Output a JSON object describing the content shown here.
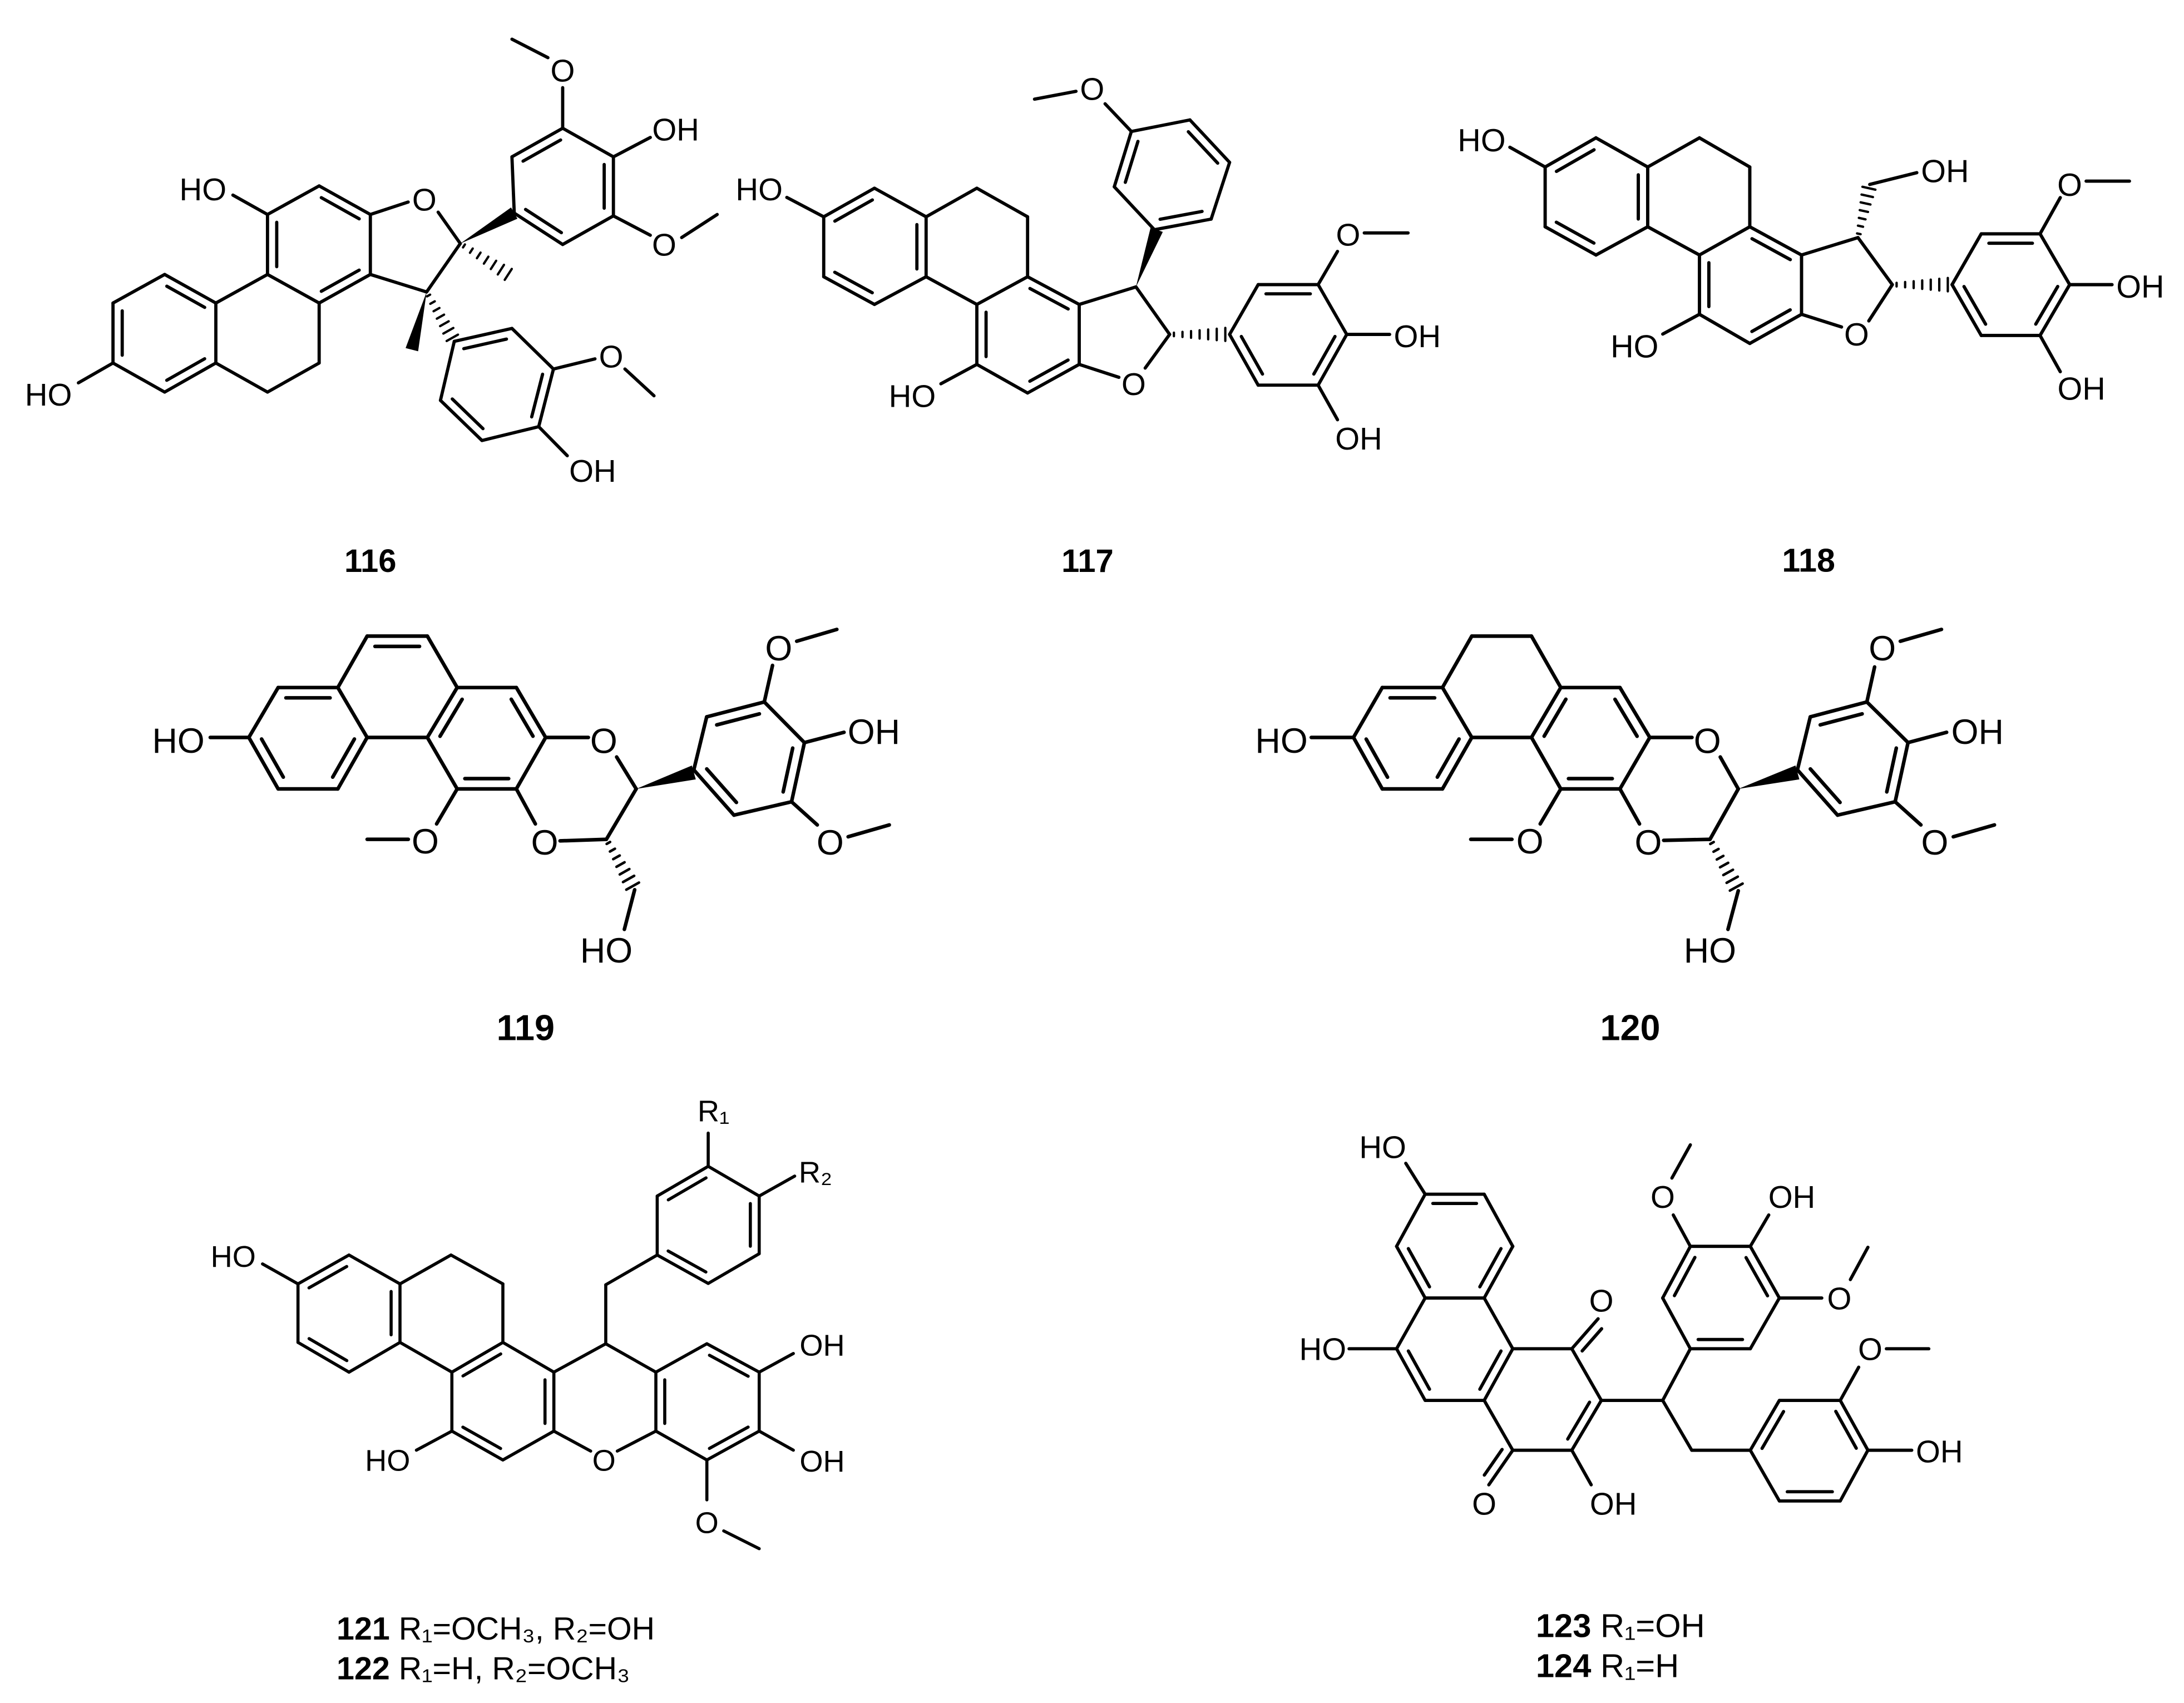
{
  "figure": {
    "compounds": [
      {
        "number": "116",
        "atom_labels": [
          "HO",
          "HO",
          "O",
          "O",
          "OH",
          "O",
          "O",
          "OH"
        ]
      },
      {
        "number": "117",
        "atom_labels": [
          "HO",
          "HO",
          "O",
          "O",
          "O",
          "OH",
          "OH"
        ]
      },
      {
        "number": "118",
        "atom_labels": [
          "HO",
          "HO",
          "O",
          "OH",
          "O",
          "OH",
          "OH"
        ]
      },
      {
        "number": "119",
        "atom_labels": [
          "HO",
          "O",
          "O",
          "O",
          "O",
          "OH",
          "O",
          "HO"
        ]
      },
      {
        "number": "120",
        "atom_labels": [
          "HO",
          "O",
          "O",
          "O",
          "O",
          "OH",
          "O",
          "HO"
        ]
      },
      {
        "atom_labels": [
          "HO",
          "HO",
          "O",
          "R₁",
          "R₂",
          "OH",
          "OH",
          "O"
        ],
        "captions": [
          {
            "number": "121",
            "substituents": "R₁=OCH₃, R₂=OH"
          },
          {
            "number": "122",
            "substituents": "R₁=H, R₂=OCH₃"
          }
        ]
      },
      {
        "atom_labels": [
          "HO",
          "HO",
          "O",
          "O",
          "OH",
          "O",
          "OH",
          "O",
          "O",
          "OH"
        ],
        "captions": [
          {
            "number": "123",
            "substituents": "R₁=OH"
          },
          {
            "number": "124",
            "substituents": "R₁=H"
          }
        ]
      }
    ]
  }
}
